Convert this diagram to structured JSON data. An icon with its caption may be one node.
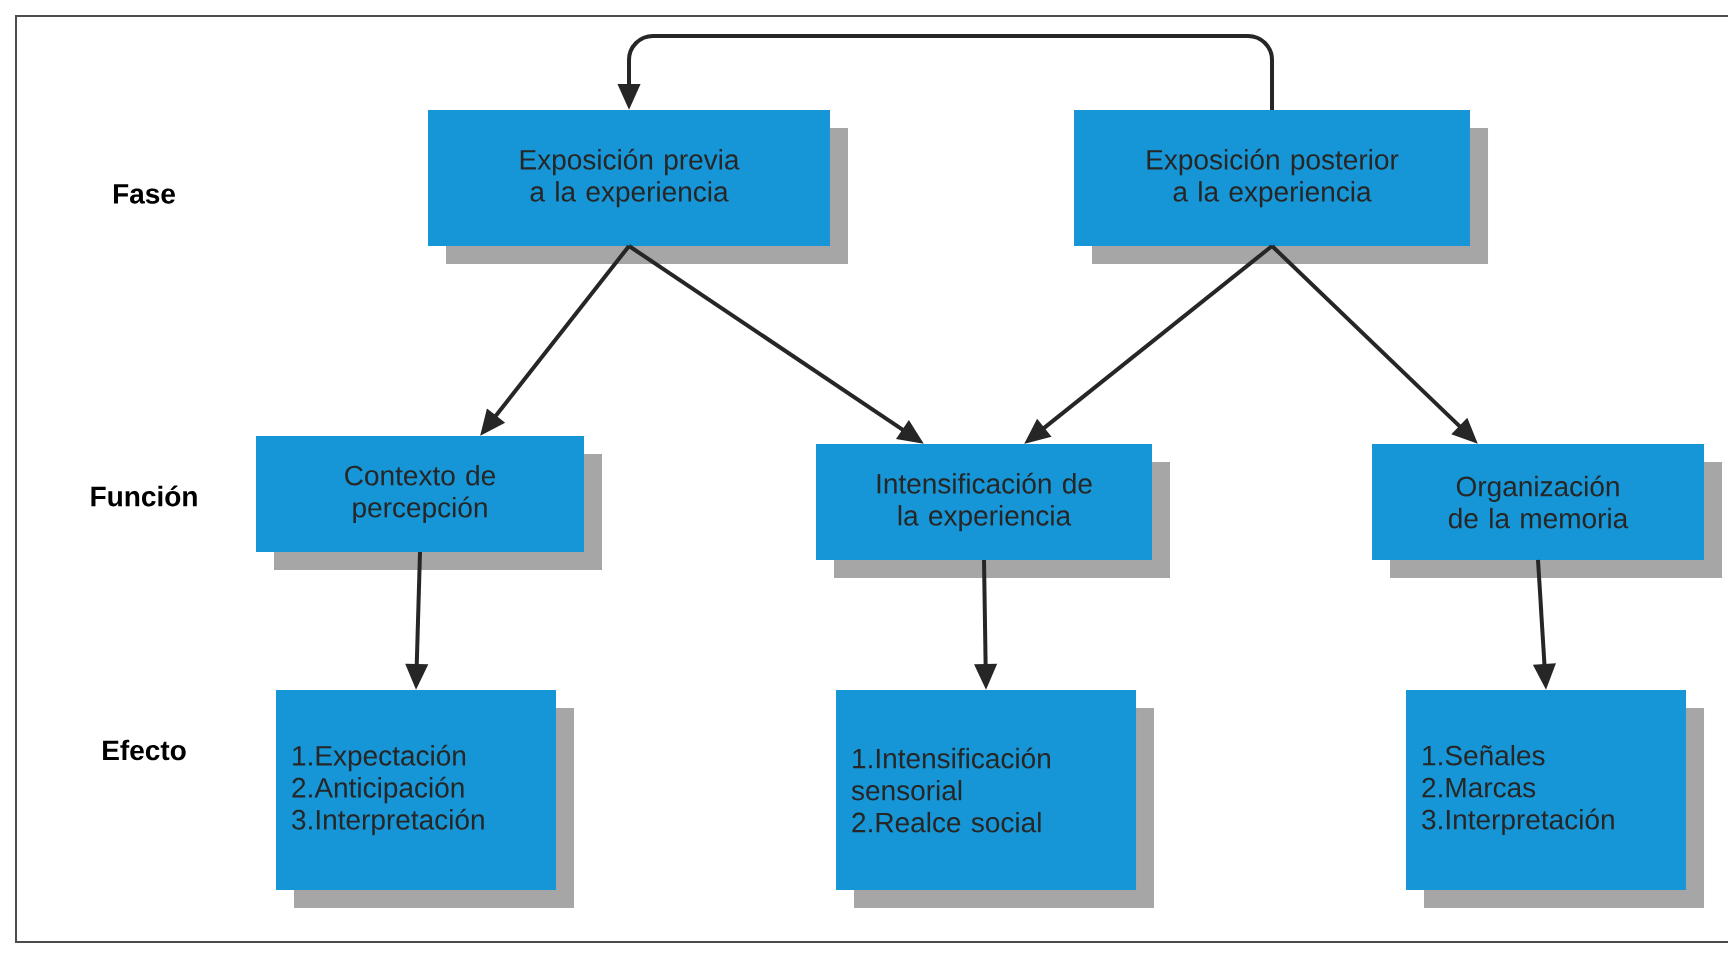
{
  "diagram": {
    "nodes": [
      {
        "text": [
          "Exposición previa a la experiencia"
        ]
      },
      {
        "text": [
          "Exposición posterior a la experiencia"
        ]
      },
      {
        "text": [
          "Contexto de percepción"
        ]
      },
      {
        "text": [
          "Intensificación de la experiencia"
        ]
      },
      {
        "text": [
          "Organización de la memoria"
        ]
      },
      {
        "text": [
          "1.Expectación",
          "2.Anticipación",
          "3.Interpretación"
        ]
      },
      {
        "text": [
          "1.Intensificación sensorial",
          "2.Realce social"
        ]
      },
      {
        "text": [
          "1.Señales",
          "2.Marcas",
          "3.Interpretación"
        ]
      }
    ],
    "edges": [
      {
        "from": 1,
        "to": 0,
        "arrow": "to"
      },
      {
        "from": 0,
        "to": 2,
        "arrow": "to"
      },
      {
        "from": 0,
        "to": 3,
        "arrow": "to"
      },
      {
        "from": 1,
        "to": 3,
        "arrow": "to"
      },
      {
        "from": 1,
        "to": 4,
        "arrow": "to"
      },
      {
        "from": 2,
        "to": 5,
        "arrow": "to"
      },
      {
        "from": 3,
        "to": 6,
        "arrow": "to"
      },
      {
        "from": 4,
        "to": 7,
        "arrow": "to"
      }
    ],
    "labels": [
      "Fase",
      "Función",
      "Efecto"
    ]
  }
}
